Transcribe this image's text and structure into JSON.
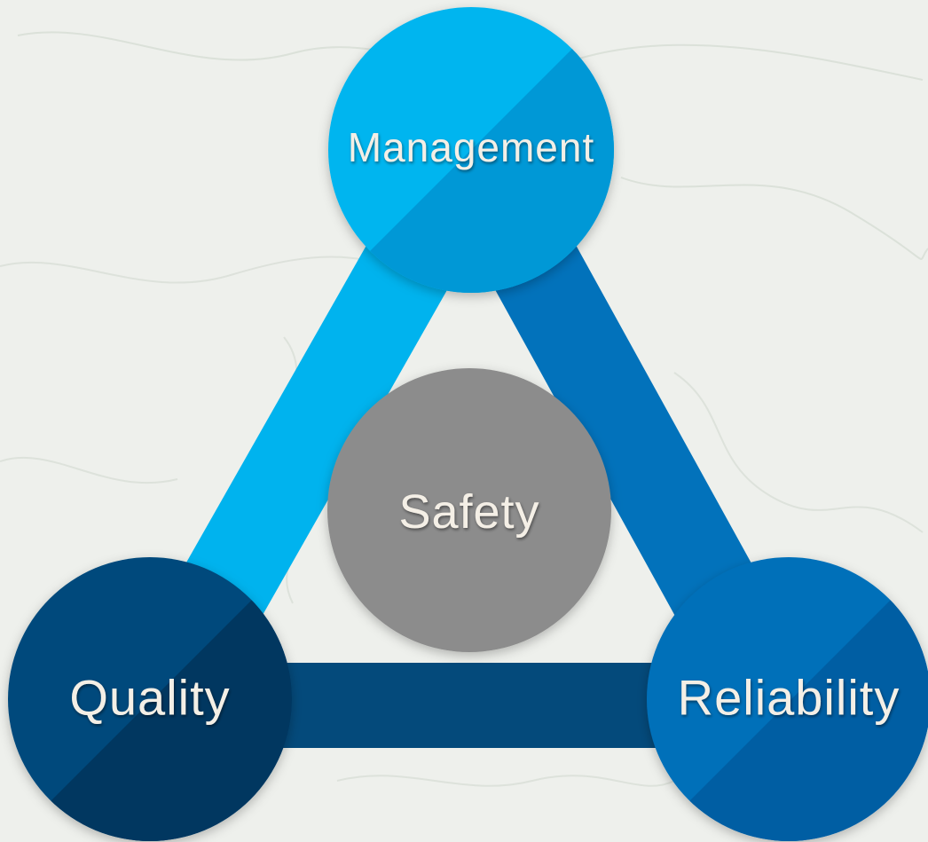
{
  "nodes": {
    "management": {
      "label": "Management",
      "color": "#00b5ef",
      "shade": "#0098d6"
    },
    "quality": {
      "label": "Quality",
      "color": "#044a7b",
      "shade": "#013760"
    },
    "reliability": {
      "label": "Reliability",
      "color": "#0170b9",
      "shade": "#005ea3"
    },
    "safety": {
      "label": "Safety",
      "color": "#8c8c8c"
    }
  },
  "edges": {
    "management_quality": {
      "color": "#00b3ee"
    },
    "management_reliability": {
      "color": "#0272bb"
    },
    "quality_reliability": {
      "color": "#044a7b"
    }
  },
  "background": {
    "color": "#eef0ec"
  }
}
